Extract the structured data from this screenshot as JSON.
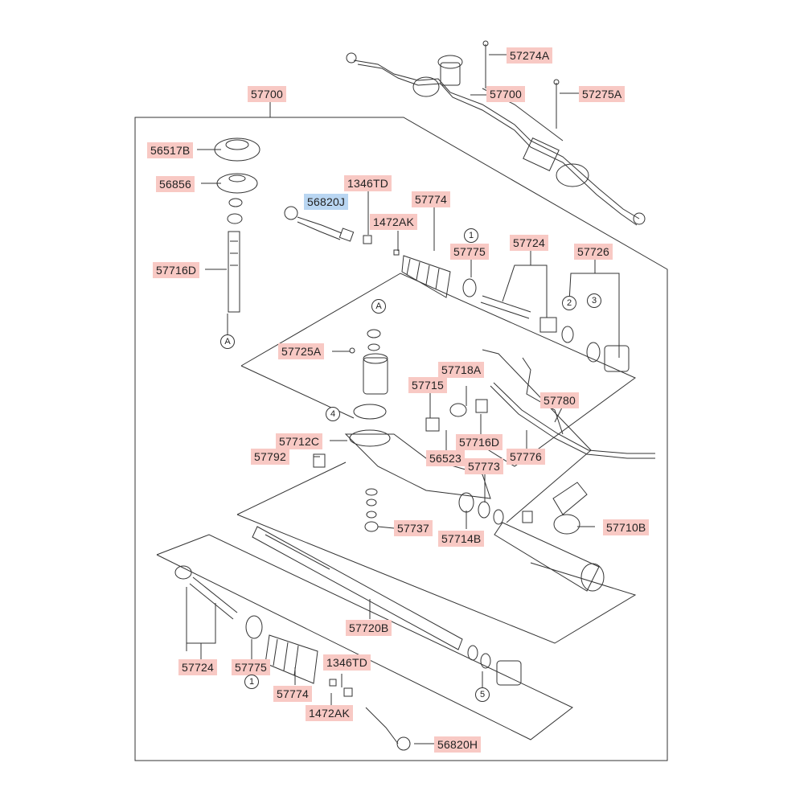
{
  "diagram": {
    "highlight_color": "#f8c9c4",
    "selected_color": "#b9d6f2",
    "line_color": "#333333",
    "labels": {
      "assembly_main": "57700",
      "assembly_thumb": "57700",
      "bolt_a": "57274A",
      "bolt_b": "57275A",
      "bearing_top": "56517B",
      "seal_plate": "56856",
      "pinion": "57716D",
      "tie_rod_end_left": "56820J",
      "nut_left": "1346TD",
      "clip_left": "1472AK",
      "bellows_left": "57774",
      "band_left": "57775",
      "inner_tie_rod_right": "57724",
      "ring_kit_right": "57726",
      "bolt_valve": "57725A",
      "yoke_plug": "57718A",
      "yoke": "57715",
      "plug": "57716D",
      "pipe_assembly": "57780",
      "housing_cap": "57712C",
      "bushing_small": "57792",
      "spring": "56523",
      "pipe_short": "57776",
      "seal_rack": "57773",
      "mount_bracket": "57710B",
      "seal_bottom": "57737",
      "bush_rack": "57714B",
      "rack_bar": "57720B",
      "inner_tie_rod_left": "57724",
      "band_lower": "57775",
      "nut_lower": "1346TD",
      "bellows_lower": "57774",
      "clip_lower": "1472AK",
      "tie_rod_end_right": "56820H"
    },
    "callouts": {
      "a_top": "A",
      "a_pinion": "A",
      "one_top": "1",
      "two": "2",
      "three": "3",
      "four": "4",
      "one_lower": "1",
      "five": "5"
    }
  }
}
